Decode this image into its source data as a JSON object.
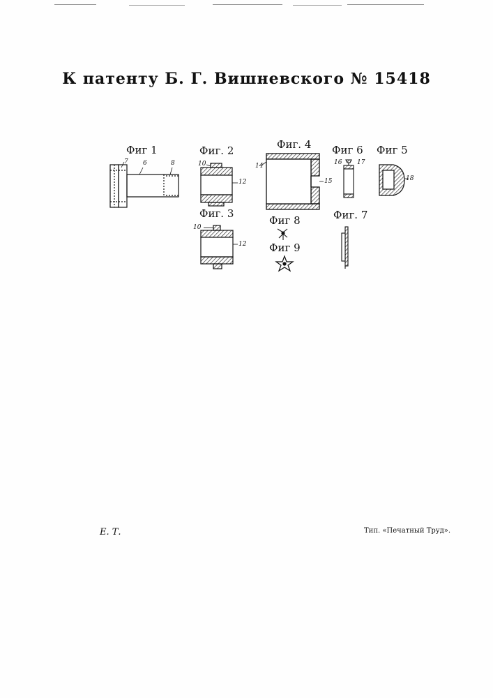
{
  "header": {
    "title": "К патенту Б. Г. Вишневского № 15418"
  },
  "figures": {
    "fig1": {
      "label": "Фиг 1",
      "parts": [
        "7",
        "6",
        "8"
      ]
    },
    "fig2": {
      "label": "Фиг. 2",
      "parts": [
        "10",
        "12"
      ]
    },
    "fig3": {
      "label": "Фиг. 3",
      "parts": [
        "10",
        "12"
      ]
    },
    "fig4": {
      "label": "Фиг. 4",
      "parts": [
        "14",
        "15"
      ]
    },
    "fig5": {
      "label": "Фиг 5",
      "parts": [
        "18"
      ]
    },
    "fig6": {
      "label": "Фиг 6",
      "parts": [
        "16",
        "17"
      ]
    },
    "fig7": {
      "label": "Фиг. 7"
    },
    "fig8": {
      "label": "Фиг 8"
    },
    "fig9": {
      "label": "Фиг 9"
    }
  },
  "footer": {
    "left": "Е. Т.",
    "right": "Тип. «Печатный Труд»."
  }
}
